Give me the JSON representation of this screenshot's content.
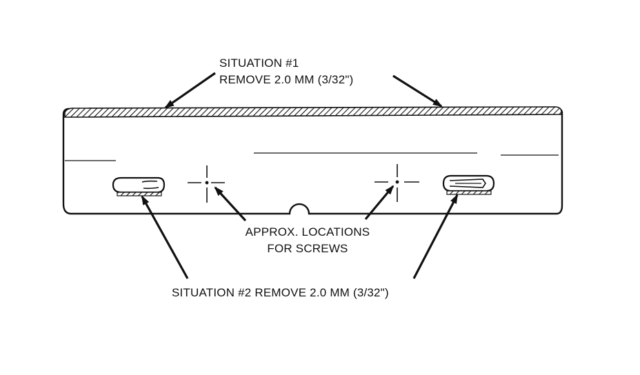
{
  "labels": {
    "situation1_line1": "SITUATION #1",
    "situation1_line2": "REMOVE 2.0 MM (3/32\")",
    "screws_line1": "APPROX. LOCATIONS",
    "screws_line2": "FOR SCREWS",
    "situation2": "SITUATION #2 REMOVE 2.0 MM (3/32\")"
  },
  "colors": {
    "ink": "#111111",
    "paper": "#ffffff"
  }
}
